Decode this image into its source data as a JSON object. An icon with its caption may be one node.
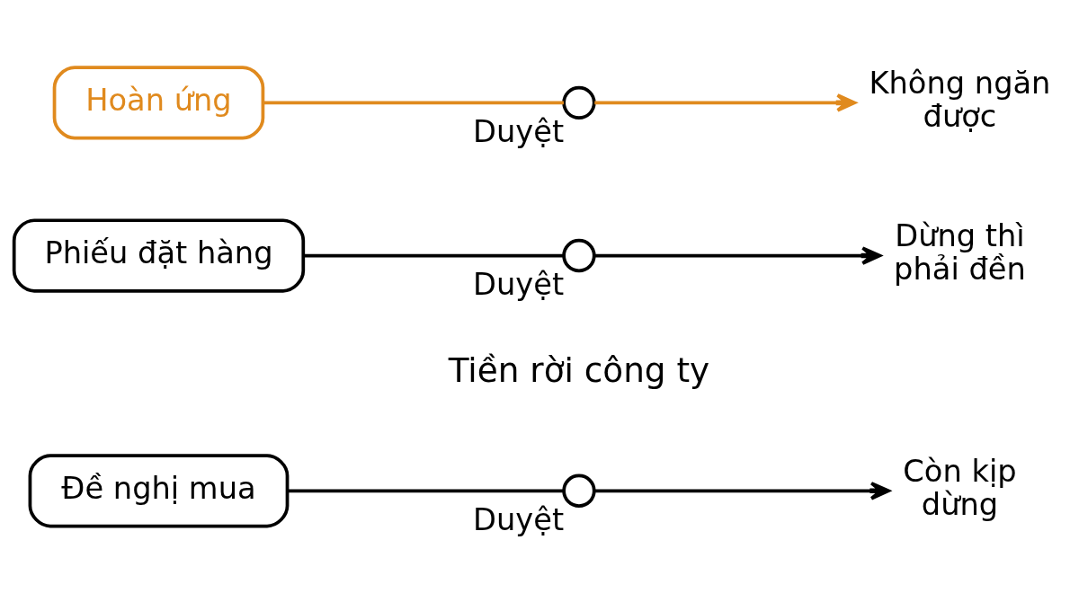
{
  "diagram": {
    "nodes": [
      {
        "text": [
          "Đề nghị mua"
        ]
      },
      {
        "text": [],
        "shape": "circle",
        "beside": [
          "Duyệt"
        ]
      },
      {
        "text": [
          "Còn kịp dừng"
        ]
      },
      {
        "text": [
          "Phiếu đặt hàng"
        ]
      },
      {
        "text": [],
        "shape": "circle",
        "beside": [
          "Duyệt"
        ]
      },
      {
        "text": [
          "Dừng thì phải đền"
        ]
      },
      {
        "text": [
          "Hoàn ứng"
        ]
      },
      {
        "text": [],
        "shape": "circle",
        "beside": [
          "Duyệt"
        ]
      },
      {
        "text": [
          "Không ngăn được"
        ]
      }
    ],
    "edges": [
      {
        "from": 0,
        "to": 1,
        "arrow": "none"
      },
      {
        "from": 1,
        "to": 2,
        "arrow": "to"
      },
      {
        "from": 3,
        "to": 4,
        "arrow": "none"
      },
      {
        "from": 4,
        "to": 5,
        "arrow": "to"
      },
      {
        "from": 6,
        "to": 7,
        "arrow": "none",
        "color": "#e08a1e"
      },
      {
        "from": 7,
        "to": 8,
        "arrow": "to",
        "color": "#e08a1e"
      }
    ],
    "labels": [
      "Tiền rời công ty"
    ]
  }
}
